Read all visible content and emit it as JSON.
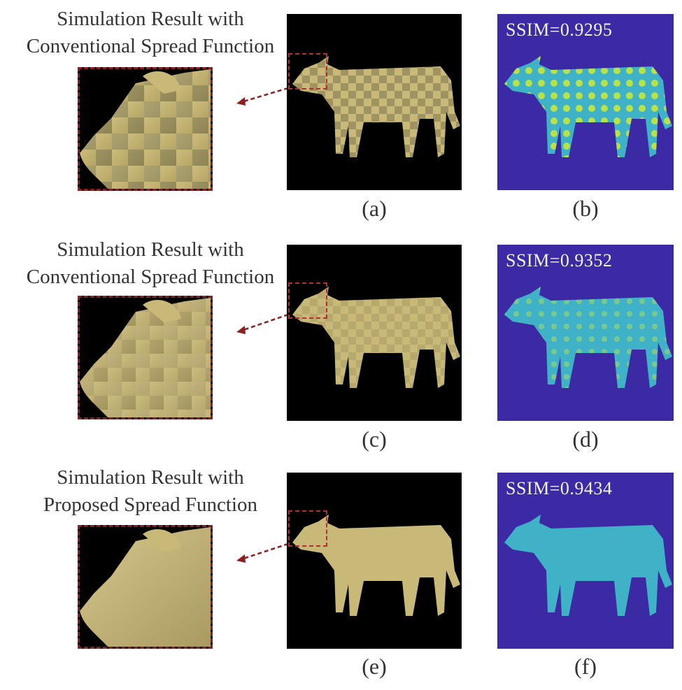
{
  "rows": [
    {
      "caption_line1": "Simulation Result with",
      "caption_line2": "Conventional Spread Function",
      "render_label": "(a)",
      "ssim_label": "(b)",
      "ssim_text": "SSIM=0.9295"
    },
    {
      "caption_line1": "Simulation Result with",
      "caption_line2": "Conventional Spread Function",
      "render_label": "(c)",
      "ssim_label": "(d)",
      "ssim_text": "SSIM=0.9352"
    },
    {
      "caption_line1": "Simulation Result with",
      "caption_line2": "Proposed Spread Function",
      "render_label": "(e)",
      "ssim_label": "(f)",
      "ssim_text": "SSIM=0.9434"
    }
  ],
  "colors": {
    "dashed_border": "#8b1f1f",
    "arrow": "#8b1f1f",
    "cow_surface": "#c9b978",
    "ssim_background": "#3b2aa3",
    "ssim_cow": "#3fb2c8"
  },
  "icons": {
    "arrow": "dashed-arrow-left"
  }
}
